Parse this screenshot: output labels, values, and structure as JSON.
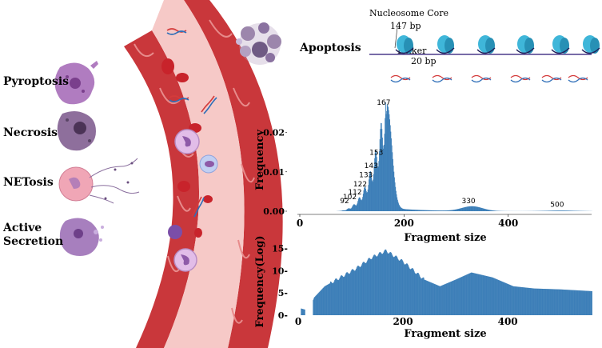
{
  "labels": {
    "pyroptosis": "Pyroptosis",
    "necrosis": "Necrosis",
    "netosis": "NETosis",
    "active_secretion_1": "Active",
    "active_secretion_2": "Secretion",
    "apoptosis": "Apoptosis"
  },
  "nucleosome": {
    "core_label": "Nucleosome Core",
    "core_bp": "147 bp",
    "linker_label": "Linker",
    "linker_bp": "20 bp"
  },
  "colors": {
    "vessel_wall": "#c9373b",
    "vessel_lumen": "#f6c9c7",
    "rbc": "#c8232b",
    "nucleosome": "#3fb6d9",
    "bar": "#3d7fb8",
    "pyroptosis_cell": "#b07cc0",
    "necrosis_cell": "#8e6f9c",
    "netosis_cell": "#f0a6b6",
    "secretion_cell": "#a77fbe",
    "apoptosis_cell": "#b7a2c4"
  },
  "chart_data": [
    {
      "type": "bar",
      "xlabel": "Fragment size",
      "ylabel": "Frequency",
      "xlim": [
        0,
        560
      ],
      "ylim": [
        0,
        0.026
      ],
      "xticks": [
        0,
        200,
        400
      ],
      "yticks": [
        0.0,
        0.01,
        0.02
      ],
      "ytick_labels": [
        "0.00",
        "0.01",
        "0.02"
      ],
      "peaks": [
        {
          "x": 92,
          "y": 0.0012,
          "label": "92"
        },
        {
          "x": 102,
          "y": 0.0022,
          "label": "102"
        },
        {
          "x": 112,
          "y": 0.0035,
          "label": "112"
        },
        {
          "x": 122,
          "y": 0.0055,
          "label": "122"
        },
        {
          "x": 133,
          "y": 0.0078,
          "label": "133"
        },
        {
          "x": 143,
          "y": 0.0102,
          "label": "143"
        },
        {
          "x": 153,
          "y": 0.0135,
          "label": "153"
        },
        {
          "x": 167,
          "y": 0.0262,
          "label": "167"
        },
        {
          "x": 330,
          "y": 0.0012,
          "label": "330"
        },
        {
          "x": 500,
          "y": 0.0003,
          "label": "500"
        }
      ],
      "grid": false
    },
    {
      "type": "bar",
      "xlabel": "Fragment size",
      "ylabel": "Frequency(Log)",
      "xlim": [
        0,
        560
      ],
      "ylim": [
        0,
        16
      ],
      "xticks": [
        0,
        200,
        400
      ],
      "yticks": [
        0,
        5,
        10,
        15
      ],
      "ytick_labels": [
        "0-",
        "5-",
        "10-",
        "15-"
      ],
      "curve_points": [
        [
          5,
          1.5
        ],
        [
          20,
          1
        ],
        [
          30,
          4
        ],
        [
          50,
          6.5
        ],
        [
          80,
          8.5
        ],
        [
          110,
          10.5
        ],
        [
          140,
          13
        ],
        [
          167,
          14.5
        ],
        [
          200,
          12
        ],
        [
          240,
          8
        ],
        [
          270,
          6.5
        ],
        [
          300,
          8
        ],
        [
          330,
          9.6
        ],
        [
          370,
          8.5
        ],
        [
          410,
          6.5
        ],
        [
          450,
          6
        ],
        [
          500,
          5.8
        ],
        [
          560,
          5.4
        ]
      ],
      "grid": false
    }
  ]
}
